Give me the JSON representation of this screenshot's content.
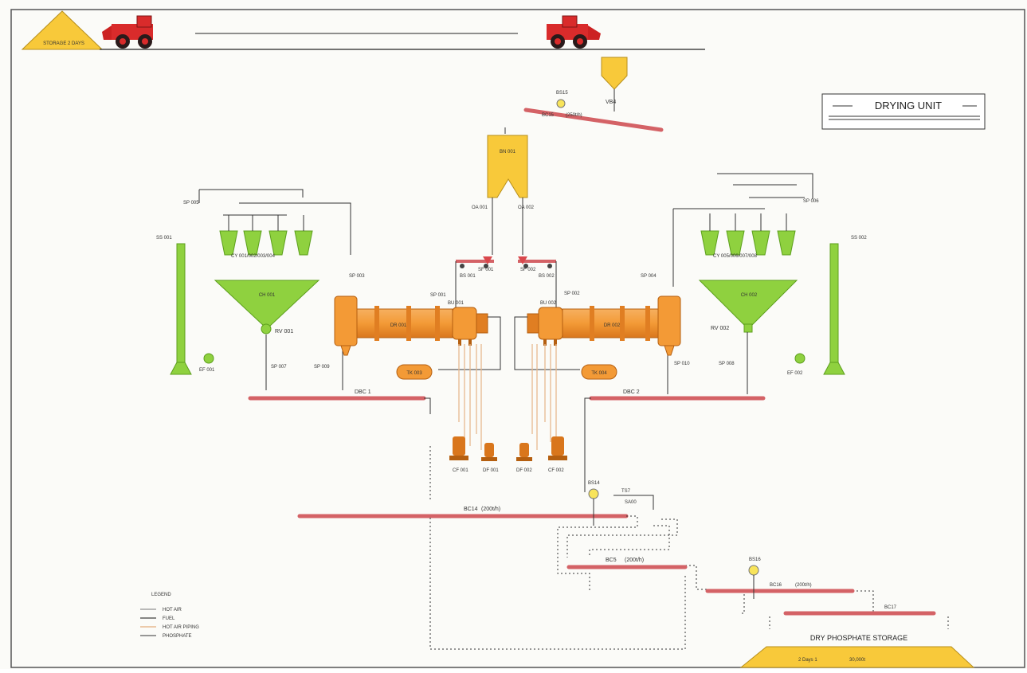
{
  "title": "DRYING UNIT",
  "top_storage_label": "STORAGE 2 DAYS",
  "feeders": {
    "bs15": "BS15",
    "bc15": "BC15",
    "bc15_cap": "(250t/h)",
    "vb4": "VB4"
  },
  "silo": {
    "name": "BN 001",
    "outlet_left": "OA 001",
    "outlet_right": "OA 002"
  },
  "belt_scales": {
    "left": "BS 001",
    "right": "BS 002",
    "sf_left": "SF 001",
    "sf_right": "SF 002"
  },
  "left_side": {
    "stack": "SS 001",
    "sp_top": "SP 005",
    "sp_mid": "SP 003",
    "sp_feed": "SP 001",
    "cyclones_text": "CY 001/002/003/004",
    "hopper": "CH 001",
    "valve": "RV 001",
    "fan": "EF 001",
    "sp_down1": "SP 007",
    "sp_down2": "SP 009",
    "dryer": "DR 001",
    "burner": "BU 001",
    "tank": "TK 003",
    "conveyor": "DBC 1"
  },
  "right_side": {
    "stack": "SS 002",
    "sp_top": "SP 006",
    "sp_mid": "SP 004",
    "sp_feed": "SP 002",
    "cyclones_text": "CY 005/006/007/008",
    "hopper": "CH 002",
    "valve": "RV 002",
    "fan": "EF 002",
    "sp_down1": "SP 010",
    "sp_down2": "SP 008",
    "dryer": "DR 002",
    "burner": "BU 002",
    "tank": "TK 004",
    "conveyor": "DBC 2"
  },
  "fans_bottom": [
    "CF 001",
    "DF 001",
    "DF 002",
    "CF 002"
  ],
  "lower": {
    "bs14": "BS14",
    "bc14": "BC14",
    "bc14_cap": "(200t/h)",
    "ts": "TS7",
    "sampler": "SA00",
    "bc5": "BC5",
    "bc5_cap": "(200t/h)",
    "bs16": "BS16",
    "bc16": "BC16",
    "bc16_cap": "(200t/h)",
    "bc17": "BC17"
  },
  "storage": {
    "label": "DRY PHOSPHATE STORAGE",
    "capacity_left": "2 Days 1",
    "capacity_right": "30,000t"
  },
  "legend": {
    "title": "LEGEND",
    "items": [
      "HOT AIR",
      "FUEL",
      "HOT AIR PIPING",
      "PHOSPHATE"
    ]
  },
  "colors": {
    "orange": "#f39a36",
    "orange_dark": "#d9761c",
    "green": "#8fd13f",
    "green_dark": "#5c9f1c",
    "yellow": "#f8c93a",
    "red": "#d9474c",
    "conveyor": "#d46266",
    "truck": "#d92b2b"
  }
}
